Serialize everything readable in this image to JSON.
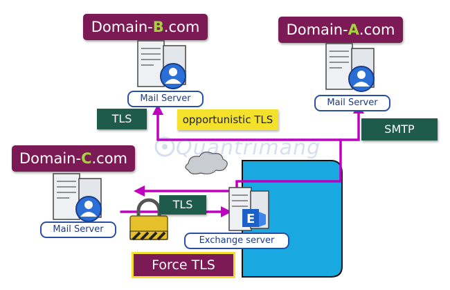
{
  "domains": {
    "b": {
      "prefix": "Domain-",
      "highlight": "B",
      "suffix": ".com",
      "highlight_color": "#a5d43a"
    },
    "a": {
      "prefix": "Domain-",
      "highlight": "A",
      "suffix": ".com",
      "highlight_color": "#a5d43a"
    },
    "c": {
      "prefix": "Domain-",
      "highlight": "C",
      "suffix": ".com",
      "highlight_color": "#a5d43a"
    }
  },
  "servers": {
    "b": "Mail Server",
    "a": "Mail Server",
    "c": "Mail Server",
    "exchange": "Exchange server"
  },
  "labels": {
    "tls_b": "TLS",
    "opportunistic": "opportunistic TLS",
    "smtp": "SMTP",
    "tls_c": "TLS",
    "force_tls": "Force TLS"
  },
  "watermark": "Quantrimang",
  "colors": {
    "magenta": "#c000c0",
    "domain_bg": "#7b1a54",
    "tls_green": "#1f5b4a",
    "yellow": "#f3e12b",
    "cloud_blue": "#1aa8e0"
  }
}
